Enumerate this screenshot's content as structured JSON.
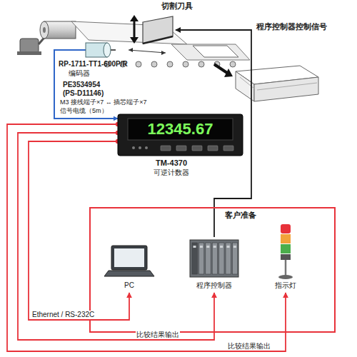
{
  "diagram": {
    "nodes": [
      {
        "text": [
          "切割刀具"
        ]
      },
      {
        "text": [
          "RP-1711-TT1-600P/R",
          "编码器"
        ]
      },
      {
        "text": [
          "12345.67",
          "TM-4370",
          "可逆计数器"
        ]
      },
      {
        "text": [
          "客户准备"
        ]
      },
      {
        "text": [
          "PC"
        ],
        "in": 3
      },
      {
        "text": [
          "程序控制器"
        ],
        "in": 3
      },
      {
        "text": [
          "指示灯"
        ],
        "in": 3
      }
    ],
    "edges": [
      {
        "from": 1,
        "to": 2,
        "arrow": "to"
      },
      {
        "from": 5,
        "to": 0,
        "label": "程序控制器控制信号",
        "arrow": "to"
      },
      {
        "from": 2,
        "to": 4,
        "label": "Ethernet / RS-232C",
        "arrow": "to"
      },
      {
        "from": 2,
        "to": 5,
        "label": "比较结果输出",
        "arrow": "to"
      },
      {
        "from": 2,
        "to": 6,
        "label": "比较结果输出",
        "arrow": "to"
      }
    ],
    "labels": [
      "PE3534954",
      "(PS-D11146)",
      "M3 接线端子×7 ↔ 插芯端子×7",
      "信号电缆（5m）"
    ]
  }
}
